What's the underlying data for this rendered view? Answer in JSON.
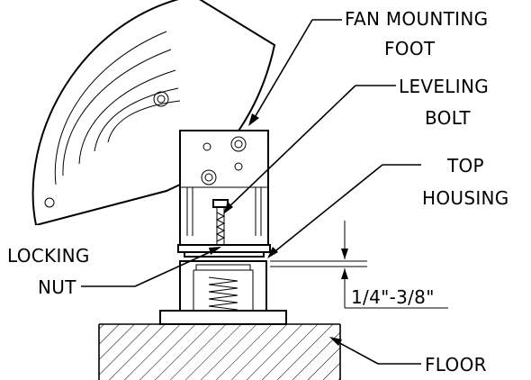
{
  "labels": {
    "fan_foot_line1": "FAN MOUNTING",
    "fan_foot_line2": "FOOT",
    "leveling_line1": "LEVELING",
    "leveling_line2": "BOLT",
    "top_housing_line1": "TOP",
    "top_housing_line2": "HOUSING",
    "locking_line1": "LOCKING",
    "locking_line2": "NUT",
    "gap": "1/4\"-3/8\"",
    "floor": "FLOOR"
  }
}
